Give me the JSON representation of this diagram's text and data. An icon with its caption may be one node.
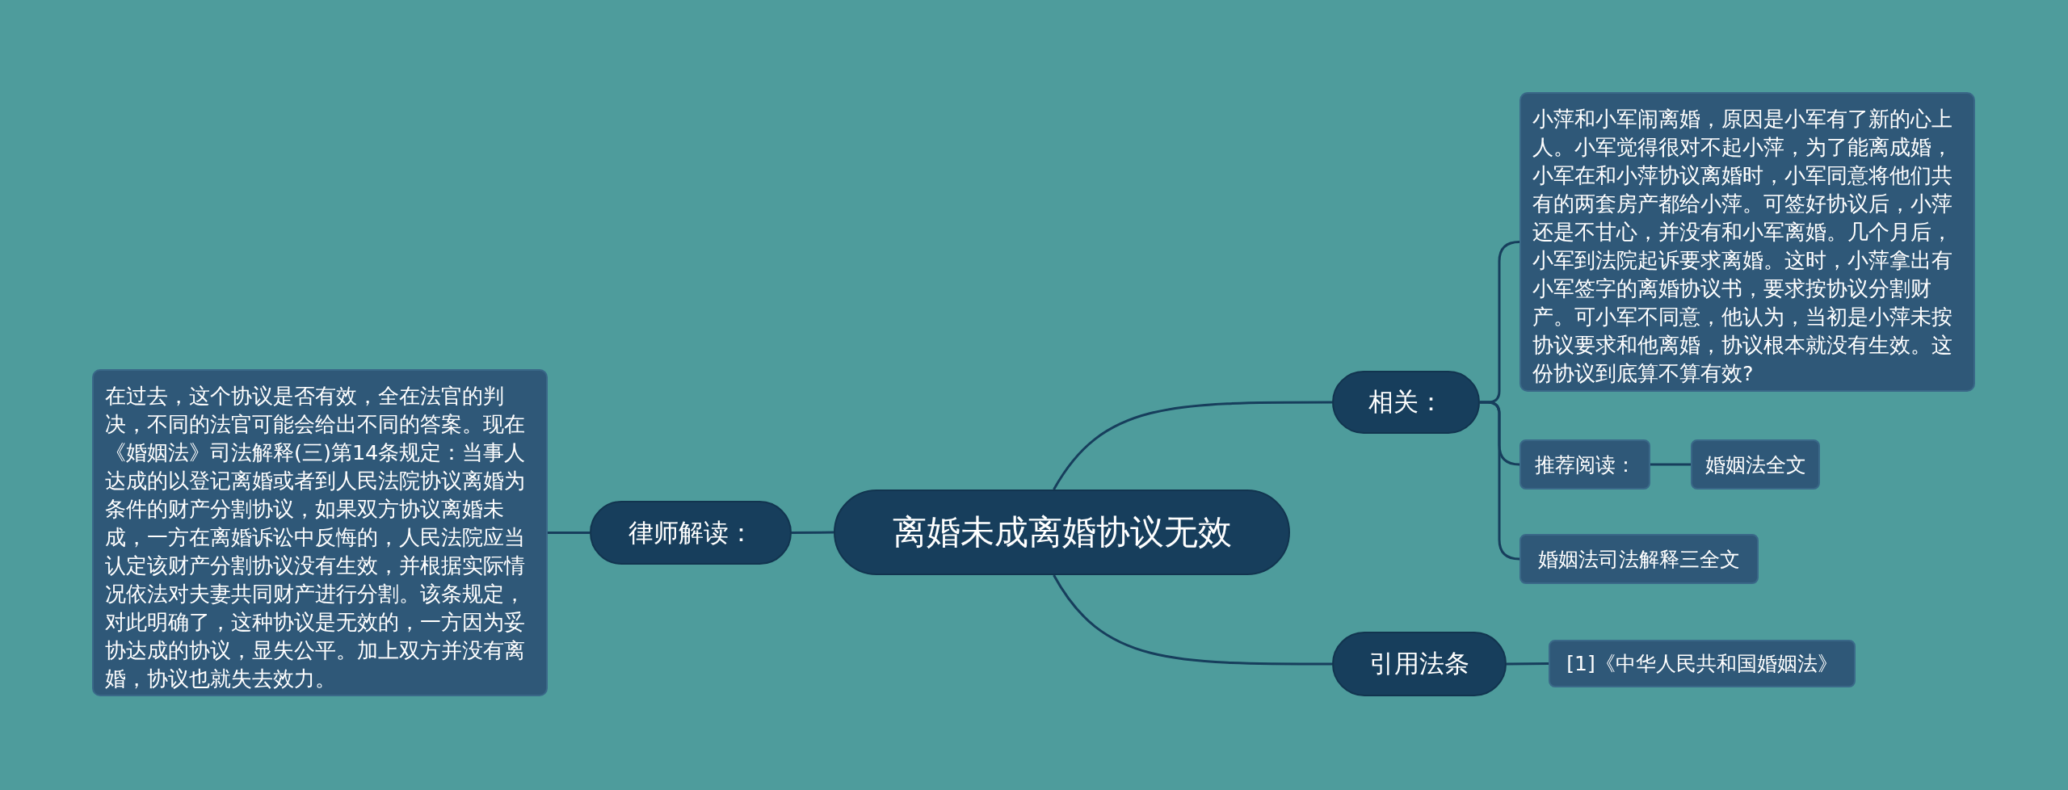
{
  "diagram": {
    "nodes": [
      {
        "text": [
          "离婚未成离婚协议无效"
        ]
      },
      {
        "text": [
          "律师解读："
        ]
      },
      {
        "text": [
          "在过去，这个协议是否有效，全在法官的判决，不同的法官可能会给出不同的答案。现在《婚姻法》司法解释(三)第14条规定：当事人达成的以登记离婚或者到人民法院协议离婚为条件的财产分割协议，如果双方协议离婚未成，一方在离婚诉讼中反悔的，人民法院应当认定该财产分割协议没有生效，并根据实际情况依法对夫妻共同财产进行分割。该条规定，对此明确了，这种协议是无效的，一方因为妥协达成的协议，显失公平。加上双方并没有离婚，协议也就失去效力。"
        ]
      },
      {
        "text": [
          "相关："
        ]
      },
      {
        "text": [
          "小萍和小军闹离婚，原因是小军有了新的心上人。小军觉得很对不起小萍，为了能离成婚，小军在和小萍协议离婚时，小军同意将他们共有的两套房产都给小萍。可签好协议后，小萍还是不甘心，并没有和小军离婚。几个月后，小军到法院起诉要求离婚。这时，小萍拿出有小军签字的离婚协议书，要求按协议分割财产。可小军不同意，他认为，当初是小萍未按协议要求和他离婚，协议根本就没有生效。这份协议到底算不算有效?"
        ]
      },
      {
        "text": [
          "推荐阅读："
        ]
      },
      {
        "text": [
          "婚姻法全文"
        ]
      },
      {
        "text": [
          "婚姻法司法解释三全文"
        ]
      },
      {
        "text": [
          "引用法条"
        ]
      },
      {
        "text": [
          "[1]《中华人民共和国婚姻法》"
        ]
      }
    ],
    "edges": [
      {
        "from": 0,
        "to": 1,
        "arrow": "none"
      },
      {
        "from": 1,
        "to": 2,
        "arrow": "none"
      },
      {
        "from": 0,
        "to": 3,
        "arrow": "none"
      },
      {
        "from": 3,
        "to": 4,
        "arrow": "none"
      },
      {
        "from": 3,
        "to": 5,
        "arrow": "none"
      },
      {
        "from": 5,
        "to": 6,
        "arrow": "none"
      },
      {
        "from": 3,
        "to": 7,
        "arrow": "none"
      },
      {
        "from": 0,
        "to": 8,
        "arrow": "none"
      },
      {
        "from": 8,
        "to": 9,
        "arrow": "none"
      }
    ]
  }
}
